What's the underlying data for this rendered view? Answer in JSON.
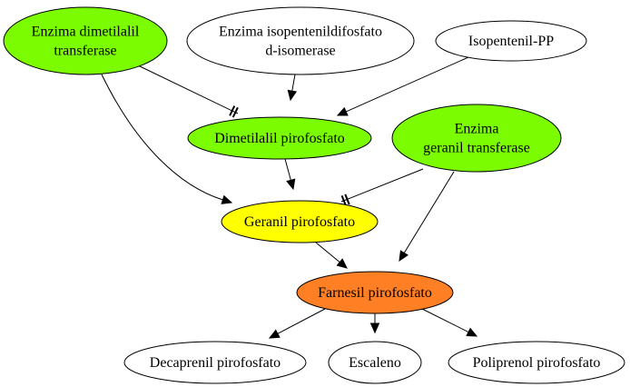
{
  "colors": {
    "green": "#7cfc00",
    "yellow": "#ffff00",
    "orange": "#ff7f24",
    "white": "#ffffff",
    "stroke": "#000000"
  },
  "nodes": {
    "enzima_dimetilalil": {
      "lines": [
        "Enzima dimetilalil",
        "transferase"
      ],
      "fill": "green"
    },
    "enzima_isopentenil": {
      "lines": [
        "Enzima isopentenildifosfato",
        "d-isomerase"
      ],
      "fill": "white"
    },
    "isopentenil_pp": {
      "lines": [
        "Isopentenil-PP"
      ],
      "fill": "white"
    },
    "dimetilalil_pp": {
      "lines": [
        "Dimetilalil pirofosfato"
      ],
      "fill": "green"
    },
    "enzima_geranil": {
      "lines": [
        "Enzima",
        "geranil transferase"
      ],
      "fill": "green"
    },
    "geranil_pp": {
      "lines": [
        "Geranil pirofosfato"
      ],
      "fill": "yellow"
    },
    "farnesil_pp": {
      "lines": [
        "Farnesil pirofosfato"
      ],
      "fill": "orange"
    },
    "decaprenil_pp": {
      "lines": [
        "Decaprenil pirofosfato"
      ],
      "fill": "white"
    },
    "escaleno": {
      "lines": [
        "Escaleno"
      ],
      "fill": "white"
    },
    "poliprenol_pp": {
      "lines": [
        "Poliprenol pirofosfato"
      ],
      "fill": "white"
    }
  },
  "edges": [
    {
      "from": "enzima_dimetilalil",
      "to": "dimetilalil_pp",
      "head": "tee"
    },
    {
      "from": "enzima_isopentenil",
      "to": "dimetilalil_pp",
      "head": "arrow"
    },
    {
      "from": "isopentenil_pp",
      "to": "dimetilalil_pp",
      "head": "arrow"
    },
    {
      "from": "enzima_dimetilalil",
      "to": "geranil_pp",
      "head": "arrow"
    },
    {
      "from": "dimetilalil_pp",
      "to": "geranil_pp",
      "head": "arrow"
    },
    {
      "from": "enzima_geranil",
      "to": "geranil_pp",
      "head": "tee"
    },
    {
      "from": "geranil_pp",
      "to": "farnesil_pp",
      "head": "arrow"
    },
    {
      "from": "enzima_geranil",
      "to": "farnesil_pp",
      "head": "arrow"
    },
    {
      "from": "farnesil_pp",
      "to": "decaprenil_pp",
      "head": "arrow"
    },
    {
      "from": "farnesil_pp",
      "to": "escaleno",
      "head": "arrow"
    },
    {
      "from": "farnesil_pp",
      "to": "poliprenol_pp",
      "head": "arrow"
    }
  ]
}
